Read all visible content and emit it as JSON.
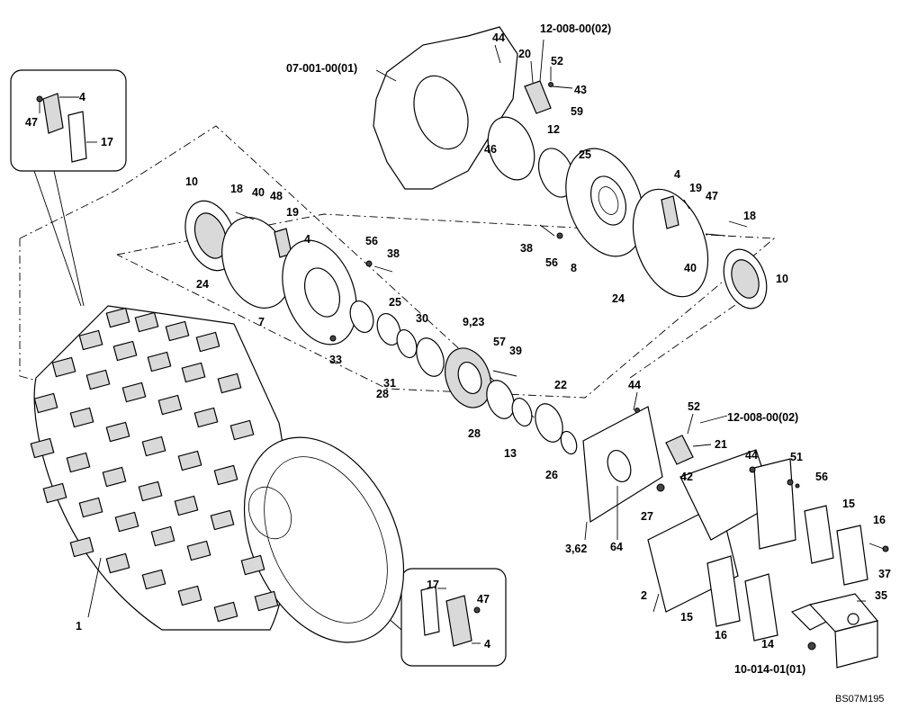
{
  "labels": {
    "p1": "1",
    "p2": "2",
    "p3_62": "3,62",
    "p4a": "4",
    "p4b": "4",
    "p4c": "4",
    "p4d": "4",
    "p7": "7",
    "p8": "8",
    "p9_23": "9,23",
    "p10a": "10",
    "p10b": "10",
    "p12": "12",
    "p13": "13",
    "p14": "14",
    "p15a": "15",
    "p15b": "15",
    "p16a": "16",
    "p16b": "16",
    "p17a": "17",
    "p17b": "17",
    "p18a": "18",
    "p18b": "18",
    "p19a": "19",
    "p19b": "19",
    "p20": "20",
    "p21": "21",
    "p22": "22",
    "p24a": "24",
    "p24b": "24",
    "p25a": "25",
    "p25b": "25",
    "p26": "26",
    "p27": "27",
    "p28a": "28",
    "p28b": "28",
    "p30": "30",
    "p31": "31",
    "p33": "33",
    "p35": "35",
    "p37": "37",
    "p38a": "38",
    "p38b": "38",
    "p39": "39",
    "p40a": "40",
    "p40b": "40",
    "p42": "42",
    "p43": "43",
    "p44a": "44",
    "p44b": "44",
    "p44c": "44",
    "p46": "46",
    "p47a": "47",
    "p47b": "47",
    "p47c": "47",
    "p48": "48",
    "p51": "51",
    "p52a": "52",
    "p52b": "52",
    "p56a": "56",
    "p56b": "56",
    "p56c": "56",
    "p57": "57",
    "p59": "59",
    "p64": "64"
  },
  "refs": {
    "r1": "07-001-00(01)",
    "r2": "12-008-00(02)",
    "r3": "12-008-00(02)",
    "r4": "10-014-01(01)"
  },
  "drawing_id": "BS07M195"
}
